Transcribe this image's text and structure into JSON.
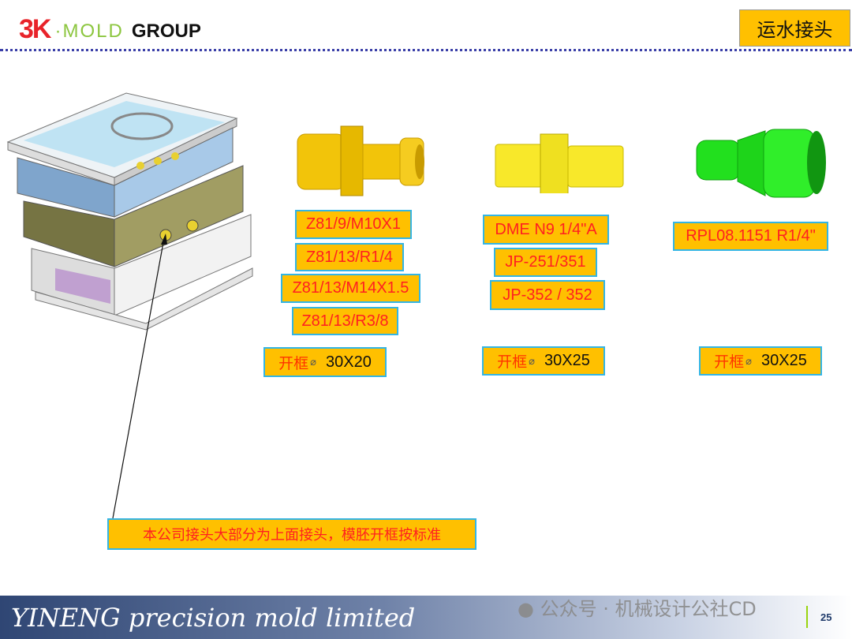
{
  "header": {
    "logo": {
      "bk": "3K",
      "mold": "·MOLD",
      "group": "GROUP"
    },
    "title": "运水接头"
  },
  "connectors": [
    {
      "name": "yellow-quick-coupling",
      "models": [
        "Z81/9/M10X1",
        "Z81/13/R1/4",
        "Z81/13/M14X1.5",
        "Z81/13/R3/8"
      ],
      "frame": {
        "label": "开框",
        "symbol": "⌀",
        "size": "30X20"
      }
    },
    {
      "name": "dme-coupling",
      "models": [
        "DME N9 1/4\"A",
        "JP-251/351",
        "JP-352 / 352"
      ],
      "frame": {
        "label": "开框",
        "symbol": "⌀",
        "size": "30X25"
      }
    },
    {
      "name": "green-coupling",
      "models": [
        "RPL08.1151 R1/4\""
      ],
      "frame": {
        "label": "开框",
        "symbol": "⌀",
        "size": "30X25"
      }
    }
  ],
  "note": "本公司接头大部分为上面接头，模胚开框按标准",
  "footer": {
    "company": "YINENG precision mold limited",
    "watermark": "公众号 · 机械设计公社CD",
    "page": "25"
  },
  "colors": {
    "label_bg": "#ffc000",
    "label_border": "#33b5e5",
    "label_text": "#ff2020"
  }
}
